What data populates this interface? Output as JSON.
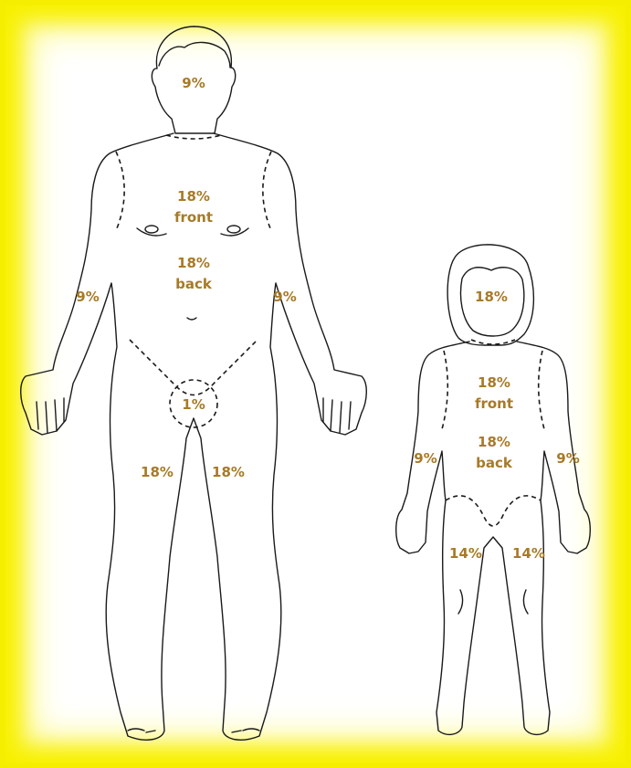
{
  "colors": {
    "frame_glow": "#f8f000",
    "label_color": "#a77a27",
    "line_color": "#1a1a1a"
  },
  "adult": {
    "head": "9%",
    "chest_pct": "18%",
    "chest_word": "front",
    "back_pct": "18%",
    "back_word": "back",
    "right_arm": "9%",
    "left_arm": "9%",
    "groin": "1%",
    "right_leg": "18%",
    "left_leg": "18%"
  },
  "child": {
    "head": "18%",
    "chest_pct": "18%",
    "chest_word": "front",
    "back_pct": "18%",
    "back_word": "back",
    "right_arm": "9%",
    "left_arm": "9%",
    "right_leg": "14%",
    "left_leg": "14%"
  }
}
